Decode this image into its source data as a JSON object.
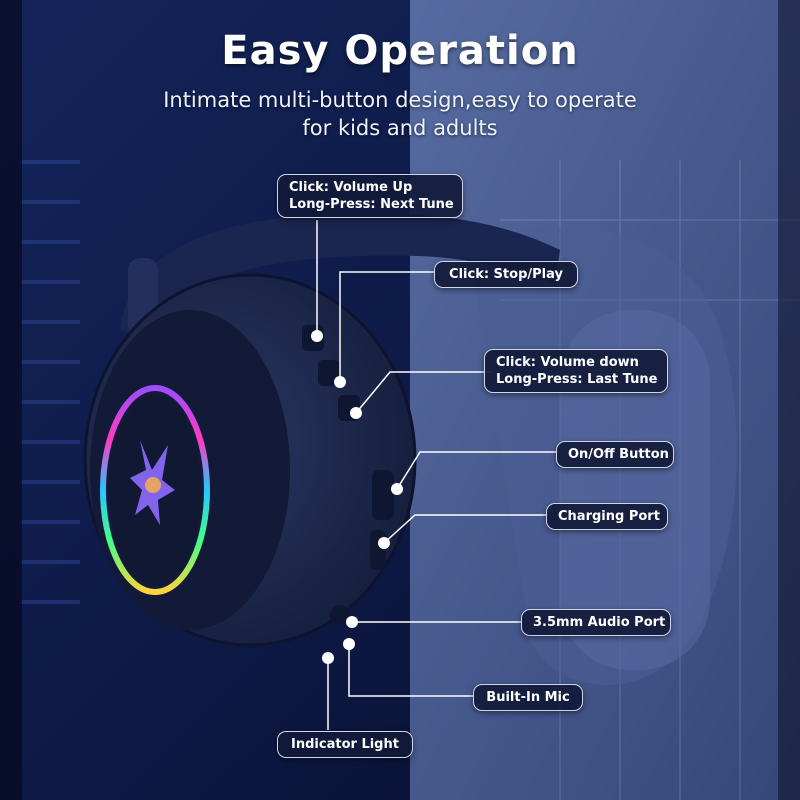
{
  "header": {
    "title": "Easy Operation",
    "subtitle_line1": "Intimate multi-button design,easy to operate",
    "subtitle_line2": "for kids and adults"
  },
  "callouts": {
    "volume_up": {
      "line1": "Click: Volume Up",
      "line2": "Long-Press: Next Tune"
    },
    "stop_play": {
      "line1": "Click: Stop/Play"
    },
    "volume_down": {
      "line1": "Click: Volume down",
      "line2": "Long-Press: Last Tune"
    },
    "on_off": {
      "line1": "On/Off Button"
    },
    "charging": {
      "line1": "Charging Port"
    },
    "audio_port": {
      "line1": "3.5mm Audio Port"
    },
    "mic": {
      "line1": "Built-In Mic"
    },
    "indicator": {
      "line1": "Indicator Light"
    }
  },
  "colors": {
    "background_left": "#0d1a45",
    "background_right": "#5a6fa6",
    "headphone_body": "#1b2749",
    "callout_fill": "#121a3a",
    "callout_border": "#cfd6ea"
  }
}
